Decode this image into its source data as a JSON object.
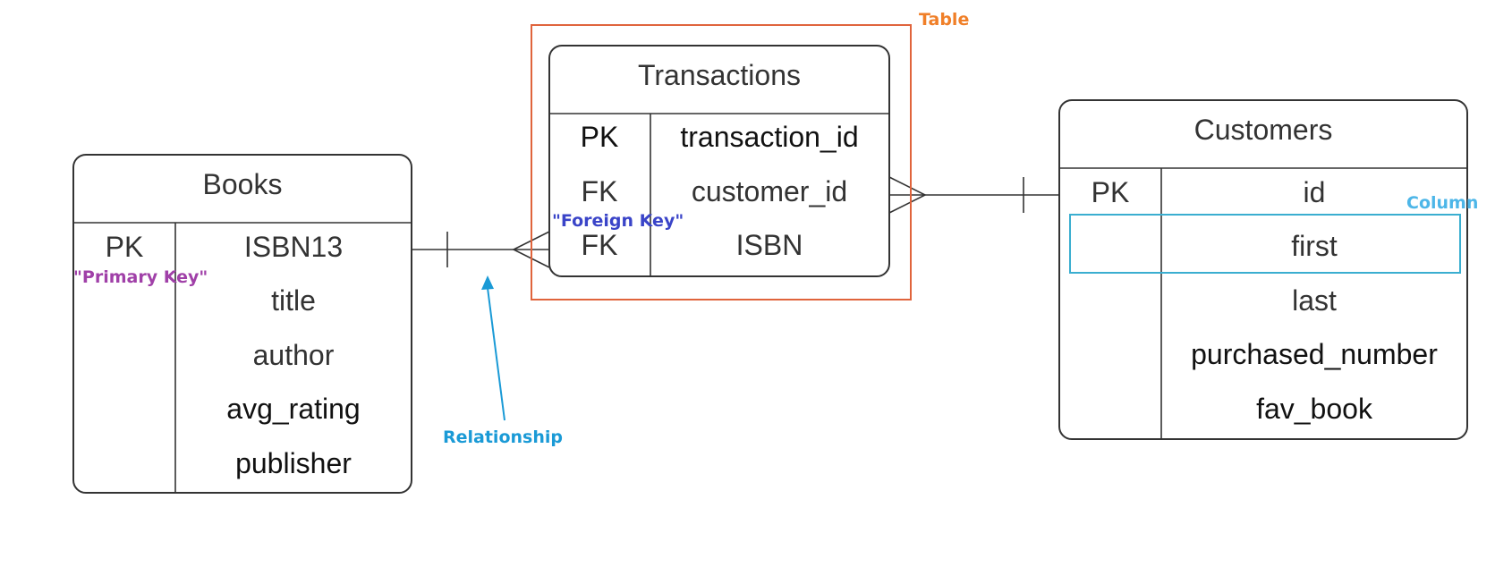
{
  "tables": {
    "books": {
      "name": "Books",
      "rows": [
        {
          "key": "PK",
          "column": "ISBN13"
        },
        {
          "key": "",
          "column": "title"
        },
        {
          "key": "",
          "column": "author"
        },
        {
          "key": "",
          "column": "avg_rating"
        },
        {
          "key": "",
          "column": "publisher"
        }
      ]
    },
    "transactions": {
      "name": "Transactions",
      "rows": [
        {
          "key": "PK",
          "column": "transaction_id"
        },
        {
          "key": "FK",
          "column": "customer_id"
        },
        {
          "key": "FK",
          "column": "ISBN"
        }
      ]
    },
    "customers": {
      "name": "Customers",
      "rows": [
        {
          "key": "PK",
          "column": "id"
        },
        {
          "key": "",
          "column": "first"
        },
        {
          "key": "",
          "column": "last"
        },
        {
          "key": "",
          "column": "purchased_number"
        },
        {
          "key": "",
          "column": "fav_book"
        }
      ]
    }
  },
  "annotations": {
    "table": {
      "label": "Table",
      "color": "#f07f28",
      "box_color": "#e0643c"
    },
    "column": {
      "label": "Column",
      "color": "#4db6e8",
      "box_color": "#3aaed0"
    },
    "primary_key": {
      "label": "\"Primary Key\"",
      "color": "#a040a8"
    },
    "foreign_key": {
      "label": "\"Foreign Key\"",
      "color": "#3a44c8"
    },
    "relationship": {
      "label": "Relationship",
      "color": "#1a9ad6"
    }
  }
}
